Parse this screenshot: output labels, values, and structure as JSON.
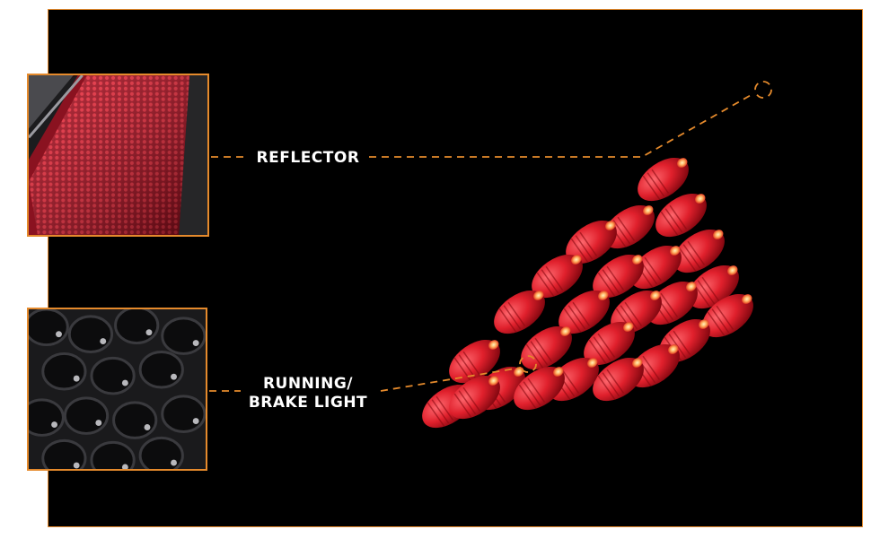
{
  "labels": {
    "reflector": "REFLECTOR",
    "running_line1": "RUNNING/",
    "running_line2": "BRAKE LIGHT"
  },
  "colors": {
    "accent_orange": "#e58a2c",
    "background": "#000000",
    "led_red": "#d8202a",
    "label_text": "#ffffff"
  },
  "insets": [
    {
      "name": "reflector-closeup",
      "depicts": "red hexagonal reflector panel"
    },
    {
      "name": "led-closeup",
      "depicts": "unlit LED array cups"
    }
  ]
}
